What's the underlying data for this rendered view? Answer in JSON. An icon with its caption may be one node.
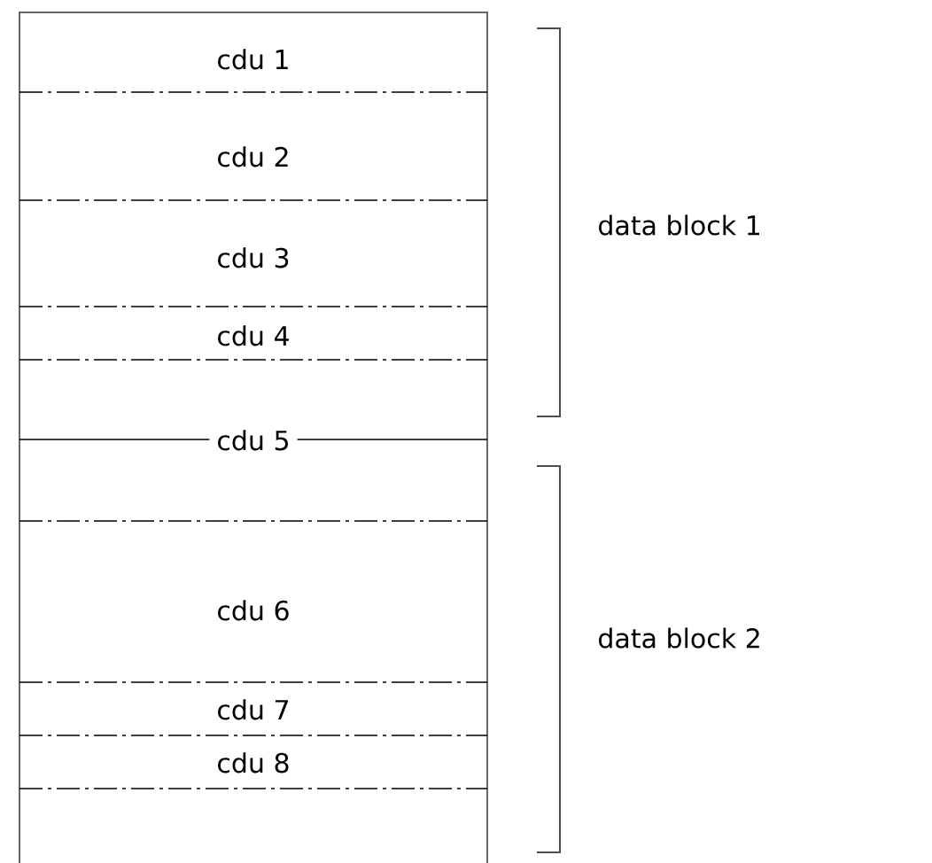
{
  "diagram": {
    "nodes": [
      {
        "text": [
          "cdu 1"
        ]
      },
      {
        "text": [
          "cdu 2"
        ]
      },
      {
        "text": [
          "cdu 3"
        ]
      },
      {
        "text": [
          "cdu 4"
        ]
      },
      {
        "text": [
          "cdu 5"
        ]
      },
      {
        "text": [
          "cdu 6"
        ]
      },
      {
        "text": [
          "cdu 7"
        ]
      },
      {
        "text": [
          "cdu 8"
        ]
      }
    ],
    "labels": [
      "data block 1",
      "data block 2"
    ]
  }
}
